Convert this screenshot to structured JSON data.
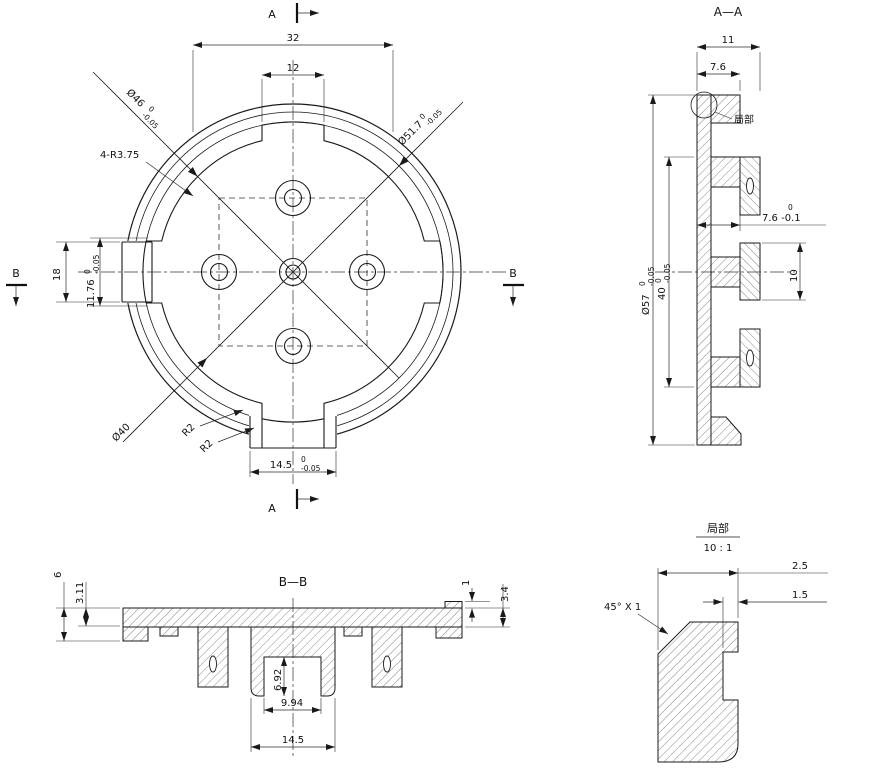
{
  "front": {
    "marker_a_top": "A",
    "marker_a_bottom": "A",
    "marker_b_left": "B",
    "marker_b_right": "B",
    "dim_32": "32",
    "dim_12": "12",
    "dia46": {
      "v": "Ø46",
      "t": "0",
      "b": "-0.05"
    },
    "dia517": {
      "v": "Ø51.7",
      "t": "0",
      "b": "-0.05"
    },
    "r375": "4-R3.75",
    "dim_18": "18",
    "dim_1176": {
      "v": "11.76",
      "t": "0",
      "b": "-0.05"
    },
    "dia40": "Ø40",
    "r2a": "R2",
    "r2b": "R2",
    "dim_145": {
      "v": "14.5",
      "t": "0",
      "b": "-0.05"
    }
  },
  "aa": {
    "title": "A—A",
    "dim_11": "11",
    "dim_76": "7.6",
    "detail_ref": "局部",
    "dia57": {
      "v": "Ø57",
      "t": "0",
      "b": "-0.05"
    },
    "dim_40": {
      "v": "40",
      "t": "0",
      "b": "-0.05"
    },
    "dim_76tol": {
      "v": "7.6 -0.1",
      "t": "0"
    },
    "dim_10": "10"
  },
  "bb": {
    "title": "B—B",
    "dim_6": "6",
    "dim_311": "3.11",
    "dim_1": "1",
    "dim_34": "3.4",
    "dim_692": "6.92",
    "dim_994": "9.94",
    "dim_145": "14.5"
  },
  "detail": {
    "title": "局部",
    "scale": "10 : 1",
    "dim_25": "2.5",
    "dim_15": "1.5",
    "chamfer": "45° X 1"
  }
}
